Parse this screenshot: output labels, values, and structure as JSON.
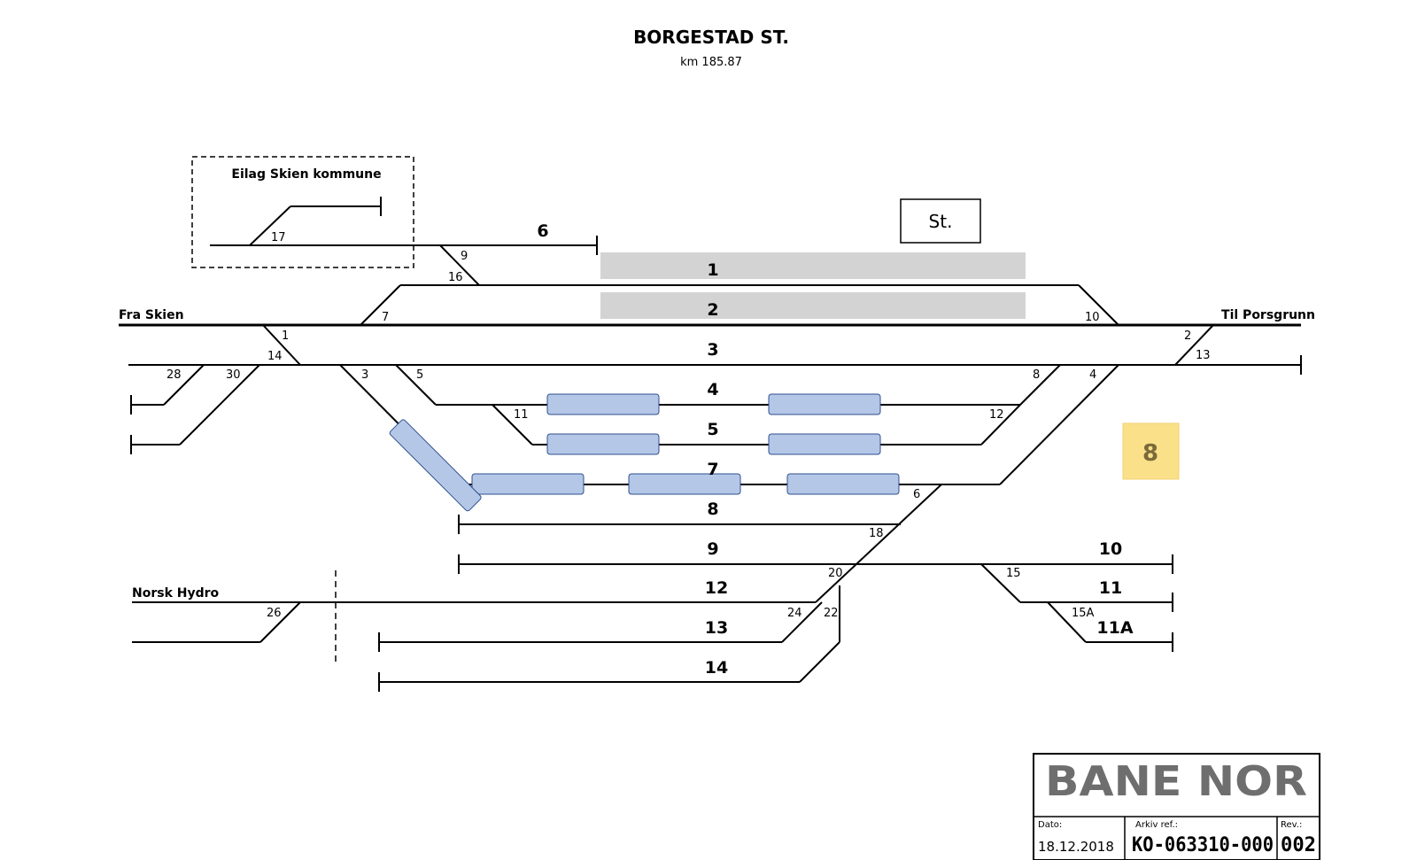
{
  "header": {
    "title": "BORGESTAD ST.",
    "subtitle": "km 185.87"
  },
  "siding_box": {
    "label": "Eilag Skien kommune"
  },
  "station_box": {
    "label": "St."
  },
  "directions": {
    "left": "Fra Skien",
    "right": "Til Porsgrunn",
    "branch": "Norsk Hydro"
  },
  "tracks": {
    "t1": "1",
    "t2": "2",
    "t3": "3",
    "t4": "4",
    "t5": "5",
    "t6": "6",
    "t7": "7",
    "t8": "8",
    "t9": "9",
    "t10": "10",
    "t11": "11",
    "t11a": "11A",
    "t12": "12",
    "t13": "13",
    "t14": "14"
  },
  "switches": {
    "s1": "1",
    "s2": "2",
    "s3": "3",
    "s4": "4",
    "s5": "5",
    "s6": "6",
    "s7": "7",
    "s8": "8",
    "s9": "9",
    "s10": "10",
    "s11": "11",
    "s12": "12",
    "s13": "13",
    "s14": "14",
    "s15": "15",
    "s15a": "15A",
    "s16": "16",
    "s17": "17",
    "s18": "18",
    "s20": "20",
    "s22": "22",
    "s24": "24",
    "s26": "26",
    "s28": "28",
    "s30": "30"
  },
  "highlight_badge": {
    "value": "8",
    "color": "#fbe08a"
  },
  "colors": {
    "platform": "#d3d3d3",
    "wagon": "#b4c7e7",
    "wagon_border": "#2f4f8f",
    "logo": "#6e6e6e"
  },
  "title_block": {
    "logo": "BANE NOR",
    "date_label": "Dato:",
    "date_value": "18.12.2018",
    "ref_label": "Arkiv ref.:",
    "ref_value": "KO-063310-000",
    "rev_label": "Rev.:",
    "rev_value": "002"
  }
}
